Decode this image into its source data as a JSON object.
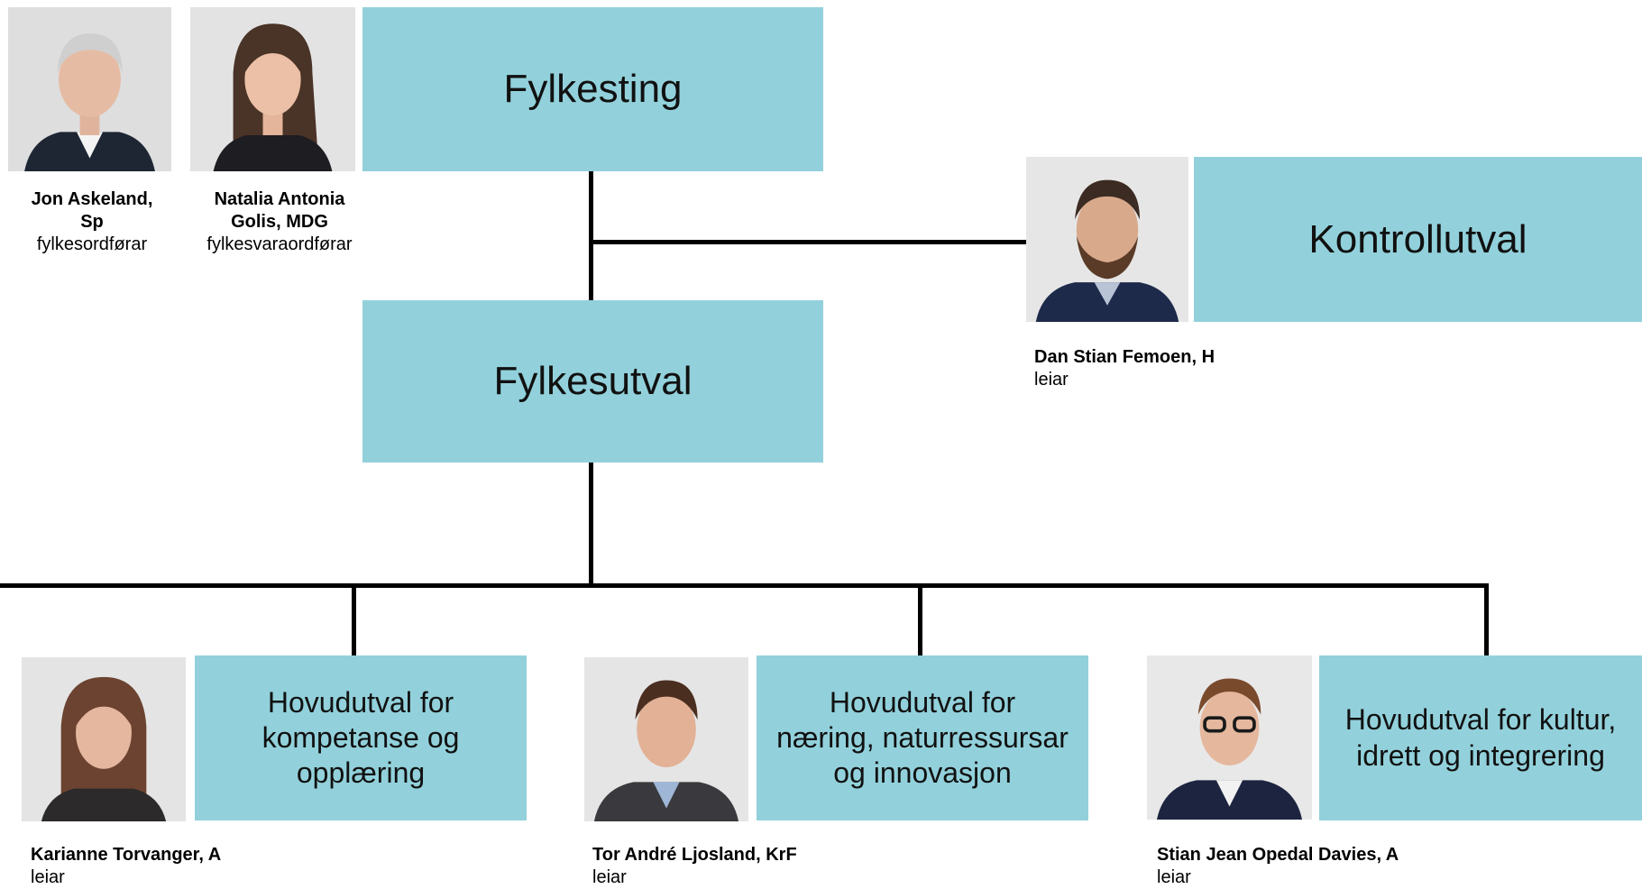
{
  "colors": {
    "box_fill": "#92d1db",
    "connector": "#000000"
  },
  "boxes": {
    "fylkesting": "Fylkesting",
    "kontrollutval": "Kontrollutval",
    "fylkesutval": "Fylkesutval",
    "kompetanse": [
      "Hovudutval for",
      "kompetanse og",
      "opplæring"
    ],
    "naering": [
      "Hovudutval for",
      "næring, naturressursar",
      "og innovasjon"
    ],
    "kultur": [
      "Hovudutval for kultur,",
      "idrett og integrering"
    ]
  },
  "people": {
    "askeland": {
      "name_1": "Jon Askeland,",
      "name_2": "Sp",
      "role": "fylkesordførar",
      "photo": "portrait-photo"
    },
    "golis": {
      "name_1": "Natalia Antonia",
      "name_2": "Golis, MDG",
      "role": "fylkesvaraordførar",
      "photo": "portrait-photo"
    },
    "femoen": {
      "name": "Dan Stian Femoen, H",
      "role": "leiar",
      "photo": "portrait-photo"
    },
    "torvanger": {
      "name": "Karianne Torvanger, A",
      "role": "leiar",
      "photo": "portrait-photo"
    },
    "ljosland": {
      "name": "Tor André Ljosland, KrF",
      "role": "leiar",
      "photo": "portrait-photo"
    },
    "davies": {
      "name": "Stian Jean Opedal Davies, A",
      "role": "leiar",
      "photo": "portrait-photo"
    }
  }
}
